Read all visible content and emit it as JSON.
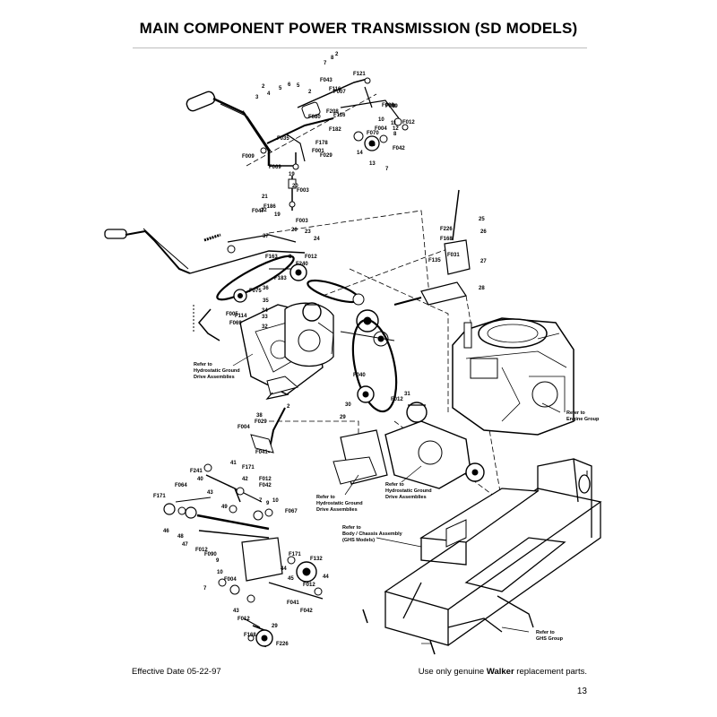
{
  "page": {
    "title": "MAIN COMPONENT POWER TRANSMISSION (SD MODELS)",
    "effective_date": "Effective Date 05-22-97",
    "footer_prefix": "Use only genuine ",
    "footer_brand": "Walker",
    "footer_suffix": " replacement parts.",
    "page_number": "13"
  },
  "references": [
    [
      "Refer to",
      "Hydrostatic Ground",
      "Drive Assemblies"
    ],
    [
      "Refer to",
      "Engine Group"
    ],
    [
      "Refer to",
      "Hydrostatic Ground",
      "Drive Assemblies"
    ],
    [
      "Refer to",
      "Hydrostatic Ground",
      "Drive Assemblies"
    ],
    [
      "Refer to",
      "Body / Chassis Assembly",
      "(GHS Models)"
    ],
    [
      "Refer to",
      "GHS Group"
    ]
  ],
  "callouts": [
    "7",
    "8",
    "2",
    "F121",
    "F043",
    "F116",
    "F007",
    "2",
    "5",
    "6",
    "5",
    "4",
    "3",
    "1",
    "2",
    "F009",
    "F080",
    "F035",
    "F069",
    "F009",
    "F208",
    "F116",
    "F182",
    "F178",
    "F001",
    "F029",
    "10",
    "11",
    "12",
    "8",
    "9",
    "15",
    "14",
    "13",
    "7",
    "F004",
    "F070",
    "F042",
    "F012",
    "F009",
    "19",
    "20",
    "F003",
    "21",
    "F047",
    "22",
    "F186",
    "19",
    "F003",
    "20",
    "23",
    "24",
    "37",
    "F163",
    "8",
    "F012",
    "F240",
    "F183",
    "36",
    "F075",
    "35",
    "34",
    "F005",
    "F114",
    "33",
    "F069",
    "32",
    "25",
    "26",
    "F226",
    "F168",
    "F031",
    "F135",
    "27",
    "28",
    "F040",
    "30",
    "F012",
    "29",
    "31",
    "38",
    "2",
    "F029",
    "F004",
    "F041",
    "F241",
    "40",
    "41",
    "F171",
    "F171",
    "F064",
    "42",
    "F012",
    "F042",
    "43",
    "10",
    "9",
    "7",
    "F067",
    "49",
    "46",
    "48",
    "47",
    "F012",
    "F090",
    "F171",
    "F132",
    "44",
    "44",
    "45",
    "F012",
    "7",
    "9",
    "10",
    "F004",
    "F041",
    "F042",
    "43",
    "F012",
    "29",
    "F168",
    "F226"
  ]
}
